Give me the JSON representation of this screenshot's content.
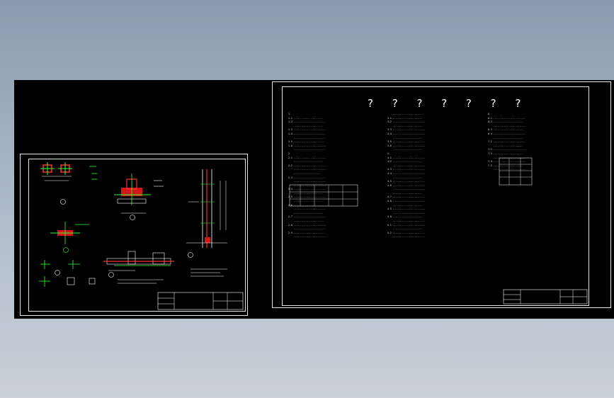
{
  "right_sheet": {
    "title": "? ? ? ? ? ? ?",
    "notes_col1": [
      "1.",
      "1.1 ......................",
      "1.2 ........................",
      "    ......................",
      "1.3 ........................",
      "1.4 .......................",
      "    ........................",
      "1.5 ......................",
      "1.6 ........................",
      "    ........................",
      "2. ",
      "2.1 ........................",
      "    .....................",
      "2.2 ........................",
      "    ........................",
      "    ....................",
      "2.3 ........................",
      "    ........................",
      "    ........................",
      "2.4 ........................",
      "    .....................",
      "2.5 ........................",
      "    ......................",
      "2.6 ........................",
      "    ........................",
      "    ......................",
      "2.7 ........................",
      "    ......................",
      "2.8 ........................",
      "    ........................",
      "2.9 ......................",
      "    ........................"
    ],
    "notes_col2": [
      "   ........................",
      "3.1 ......................",
      "3.2 ........................",
      "    ......................",
      "3.3 ........................",
      "3.4 ........................",
      "    ......................",
      "3.5 ........................",
      "3.6 ........................",
      "    ......................",
      "4.",
      "4.1 ........................",
      "4.2 ......................",
      "    ........................",
      "4.3 ........................",
      "4.4 ........................",
      "    ......................",
      "4.5 ........................",
      "4.6 ........................",
      "    ........................",
      "    ......................",
      "4.7 ........................",
      "4.8 ........................",
      "    ......................",
      "4.9 ........................",
      "    ........................",
      "5.0 ......................",
      "    ........................",
      "5.1 ........................",
      "    ......................",
      "5.2 ........................",
      "    ........................"
    ],
    "notes_col3": [
      "6.",
      "6.1 ........................",
      "6.2 ......................",
      "    ........................",
      "6.3 ......................",
      "6.4 ........................",
      "    ......................",
      "",
      "",
      "",
      "",
      "",
      "",
      "",
      "",
      "",
      "7.1 ........................",
      "    ......................",
      "7.2 ........................",
      "7.3 ......................",
      "    ........................",
      "7.4 ........................",
      "7.5 ......................",
      "    ........................"
    ]
  }
}
